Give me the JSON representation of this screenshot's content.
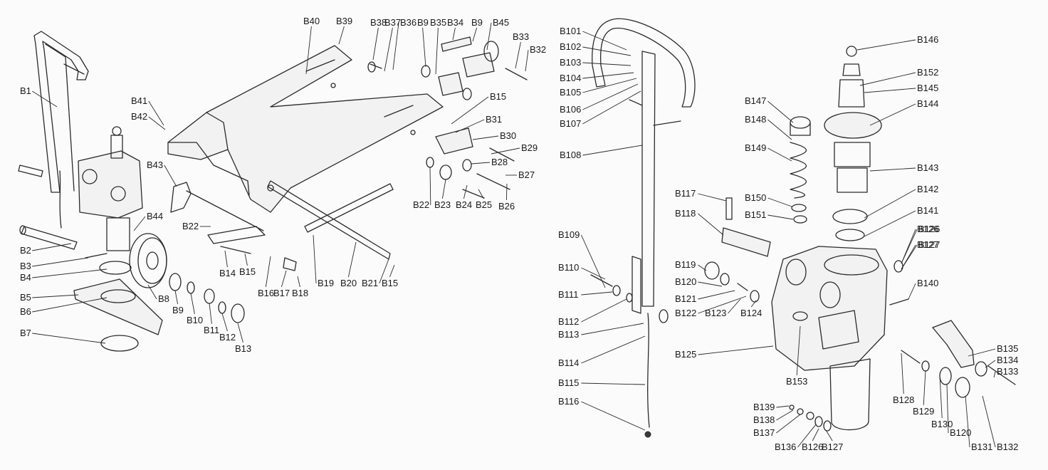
{
  "diagram": {
    "left_labels": [
      "B1",
      "B2",
      "B3",
      "B4",
      "B5",
      "B6",
      "B7",
      "B8",
      "B9",
      "B10",
      "B11",
      "B12",
      "B13",
      "B14",
      "B15",
      "B16",
      "B17",
      "B18",
      "B19",
      "B20",
      "B21",
      "B15",
      "B22",
      "B23",
      "B24",
      "B25",
      "B26",
      "B27",
      "B28",
      "B29",
      "B30",
      "B31",
      "B15",
      "B32",
      "B33",
      "B34",
      "B35",
      "B9",
      "B9",
      "B45",
      "B36",
      "B37",
      "B38",
      "B39",
      "B40",
      "B41",
      "B42",
      "B43",
      "B44",
      "B22"
    ],
    "right_labels": [
      "B101",
      "B102",
      "B103",
      "B104",
      "B105",
      "B106",
      "B107",
      "B108",
      "B109",
      "B110",
      "B111",
      "B112",
      "B113",
      "B114",
      "B115",
      "B116",
      "B117",
      "B118",
      "B119",
      "B120",
      "B121",
      "B122",
      "B123",
      "B124",
      "B125",
      "B126",
      "B127",
      "B128",
      "B129",
      "B130",
      "B120",
      "B131",
      "B132",
      "B133",
      "B134",
      "B135",
      "B136",
      "B126",
      "B127",
      "B137",
      "B138",
      "B139",
      "B140",
      "B141",
      "B142",
      "B143",
      "B144",
      "B145",
      "B152",
      "B146",
      "B147",
      "B148",
      "B149",
      "B150",
      "B151",
      "B153",
      "B126",
      "B127"
    ]
  }
}
